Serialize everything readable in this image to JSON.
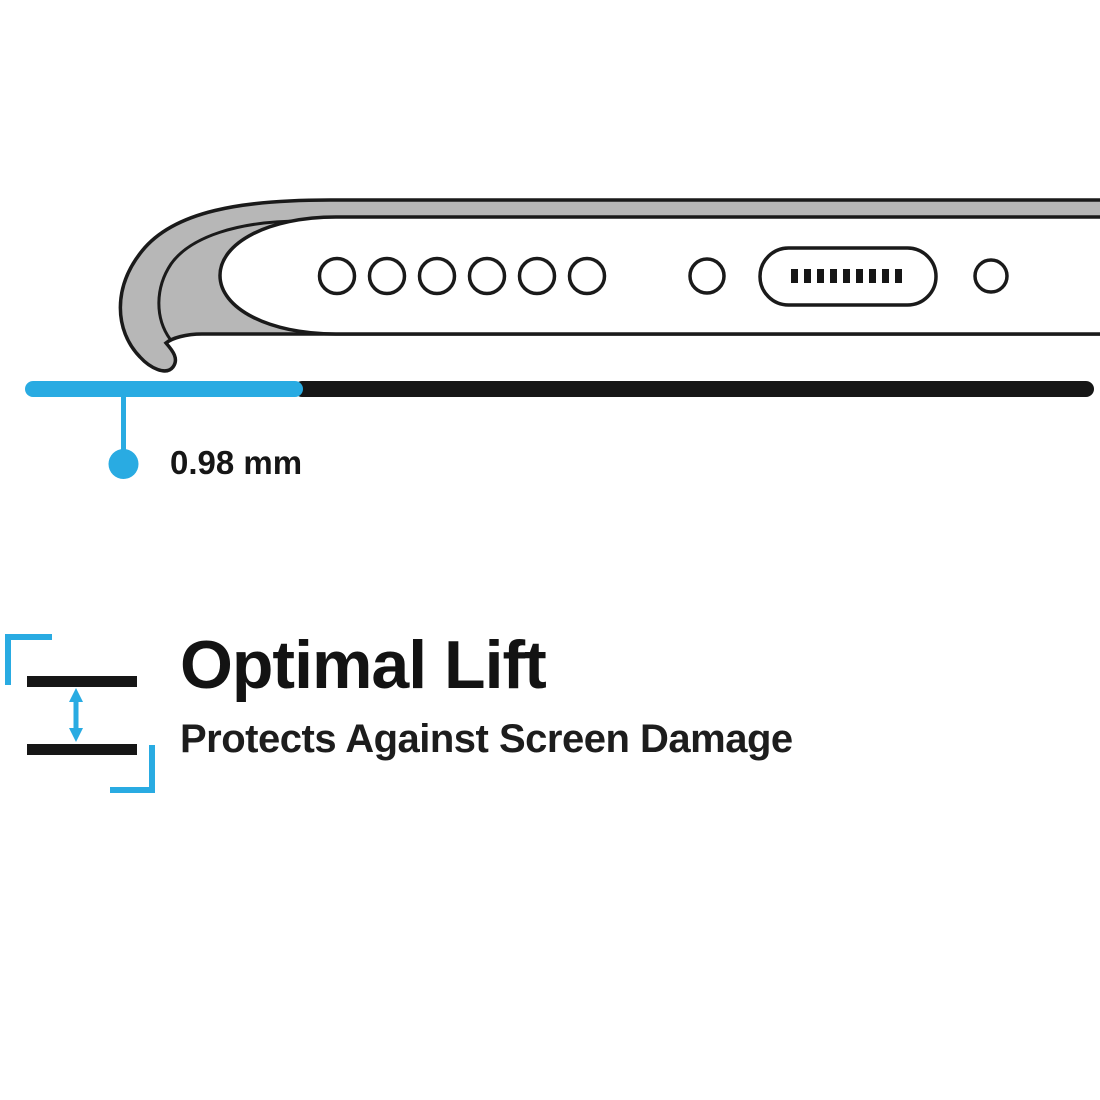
{
  "illustration": {
    "measurement_label": "0.98 mm",
    "speaker_hole_count": 6,
    "port_pin_count": 9
  },
  "feature": {
    "title": "Optimal Lift",
    "subtitle": "Protects Against Screen Damage"
  },
  "colors": {
    "accent_cyan": "#29ABE2",
    "ink_black": "#161616",
    "case_gray": "#b7b7b7",
    "outline": "#1a1a1a"
  }
}
